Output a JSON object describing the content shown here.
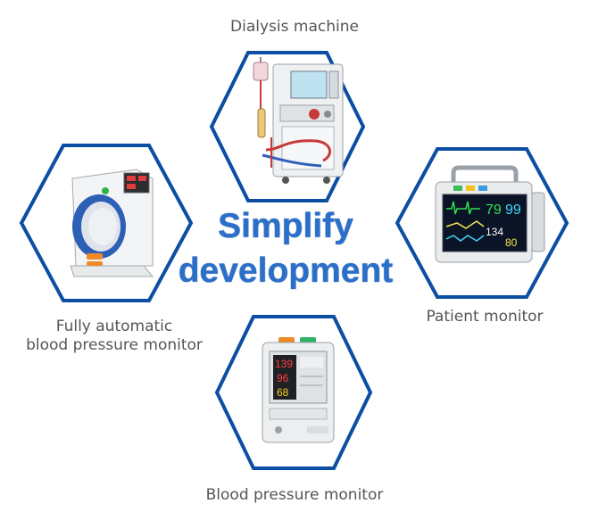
{
  "headline": {
    "line1": "Simplify",
    "line2": "development",
    "color": "#2a6fc9"
  },
  "hexagon_color": "#0b4ea2",
  "devices": [
    {
      "label": "Dialysis machine",
      "icon": "dialysis-machine-image"
    },
    {
      "label": "Patient monitor",
      "icon": "patient-monitor-image"
    },
    {
      "label": "Blood pressure monitor",
      "icon": "blood-pressure-monitor-image"
    },
    {
      "label_line1": "Fully automatic",
      "label_line2": "blood pressure monitor",
      "icon": "automatic-blood-pressure-monitor-image"
    }
  ],
  "patient_monitor_readouts": {
    "heart_rate": "79",
    "spo2": "99",
    "nibp_sys": "134",
    "nibp_dia": "80"
  },
  "bp_monitor_readouts": {
    "sys": "139",
    "dia": "96",
    "pulse": "68"
  }
}
